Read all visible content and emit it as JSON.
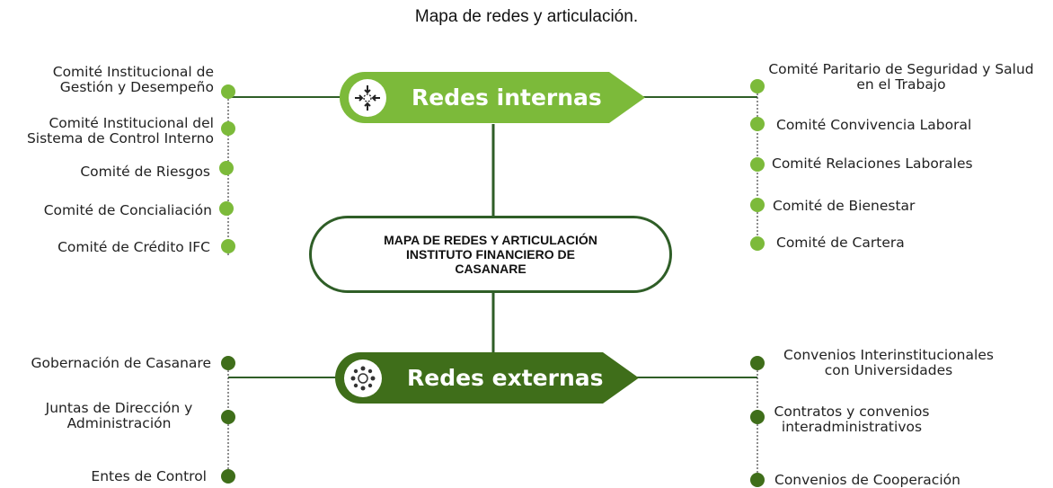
{
  "title": "Mapa de redes y articulación.",
  "center": {
    "text": "MAPA DE REDES Y ARTICULACIÓN\nINSTITUTO FINANCIERO DE\nCASANARE"
  },
  "colors": {
    "light_green": "#7cba3a",
    "dark_green": "#3f6e1a",
    "line": "#2f5e27"
  },
  "internal": {
    "label": "Redes internas",
    "icon": "network-arrows-icon",
    "left": [
      "Comité Institucional de\nGestión y Desempeño",
      "Comité Institucional del\nSistema de Control Interno",
      "Comité de Riesgos",
      "Comité de Concialiación",
      "Comité de Crédito IFC"
    ],
    "right": [
      "Comité  Paritario de Seguridad y Salud\nen el Trabajo",
      "Comité Convivencia Laboral",
      "Comité  Relaciones Laborales",
      "Comité  de Bienestar",
      "Comité de Cartera"
    ]
  },
  "external": {
    "label": "Redes externas",
    "icon": "people-network-icon",
    "left": [
      "Gobernación de Casanare",
      "Juntas de Dirección y\nAdministración",
      "Entes de Control"
    ],
    "right": [
      "Convenios Interinstitucionales\ncon Universidades",
      "Contratos y convenios\ninteradministrativos",
      "Convenios de Cooperación"
    ]
  }
}
